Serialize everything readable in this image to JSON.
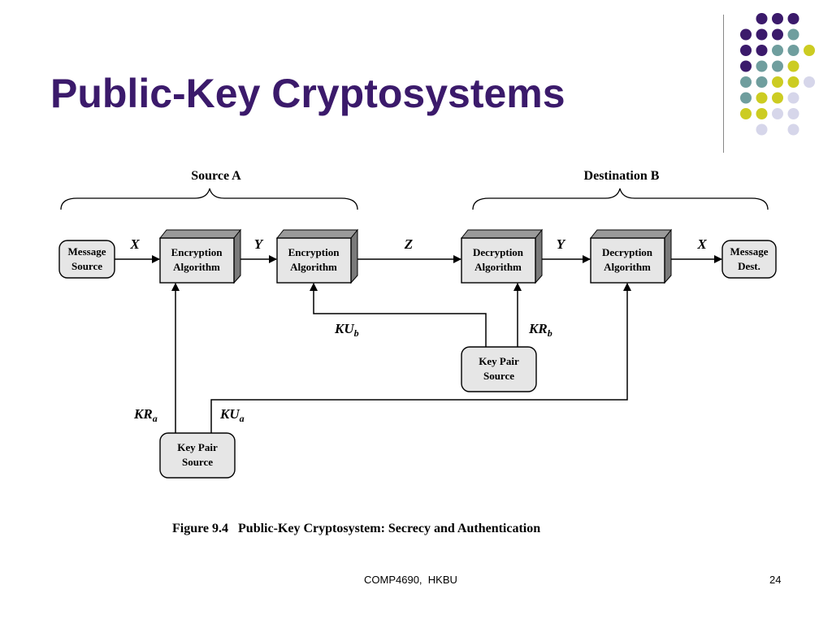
{
  "slide": {
    "title": "Public-Key Cryptosystems",
    "footer_center": "COMP4690,  HKBU",
    "page_number": "24"
  },
  "decor": {
    "dot_colors": {
      "purple": "#3b1a6b",
      "teal": "#6f9e9e",
      "olive": "#cccc22",
      "lavender": "#d6d6ea"
    },
    "title_color": "#3b1a6b"
  },
  "diagram": {
    "groups": {
      "source": "Source A",
      "destination": "Destination B"
    },
    "boxes": {
      "message_source": [
        "Message",
        "Source"
      ],
      "encrypt_1": [
        "Encryption",
        "Algorithm"
      ],
      "encrypt_2": [
        "Encryption",
        "Algorithm"
      ],
      "decrypt_1": [
        "Decryption",
        "Algorithm"
      ],
      "decrypt_2": [
        "Decryption",
        "Algorithm"
      ],
      "message_dest": [
        "Message",
        "Dest."
      ],
      "keypair_b": [
        "Key Pair",
        "Source"
      ],
      "keypair_a": [
        "Key Pair",
        "Source"
      ]
    },
    "labels": {
      "x1": "X",
      "y1": "Y",
      "z": "Z",
      "y2": "Y",
      "x2": "X",
      "ku_b": {
        "main": "KU",
        "sub": "b"
      },
      "kr_b": {
        "main": "KR",
        "sub": "b"
      },
      "kr_a": {
        "main": "KR",
        "sub": "a"
      },
      "ku_a": {
        "main": "KU",
        "sub": "a"
      }
    },
    "caption": "Figure 9.4   Public-Key Cryptosystem: Secrecy and Authentication"
  }
}
